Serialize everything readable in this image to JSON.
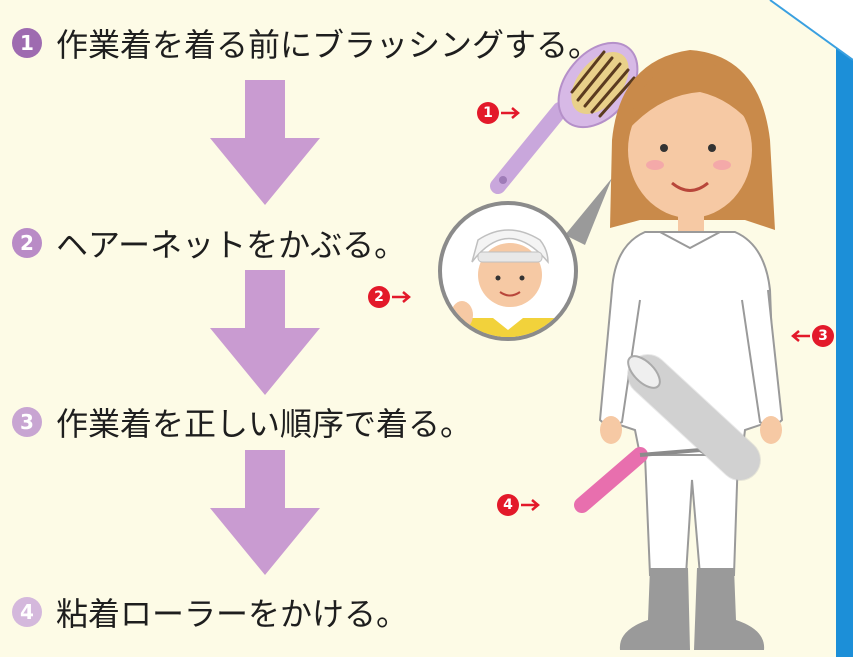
{
  "steps": [
    {
      "number": "1",
      "text": "作業着を着る前にブラッシングする。"
    },
    {
      "number": "2",
      "text": "ヘアーネットをかぶる。"
    },
    {
      "number": "3",
      "text": "作業着を正しい順序で着る。"
    },
    {
      "number": "4",
      "text": "粘着ローラーをかける。"
    }
  ],
  "tags": [
    "1",
    "2",
    "3",
    "4"
  ],
  "colors": {
    "background": "#fdfbe6",
    "arrow": "#c99bd1",
    "step_badge": "#9e6bb0",
    "tag_red": "#e3192a",
    "right_edge": "#1c8fd8"
  },
  "icons": [
    "brush-icon",
    "hairnet-person-icon",
    "woman-icon",
    "lint-roller-icon",
    "down-arrow-icon"
  ]
}
